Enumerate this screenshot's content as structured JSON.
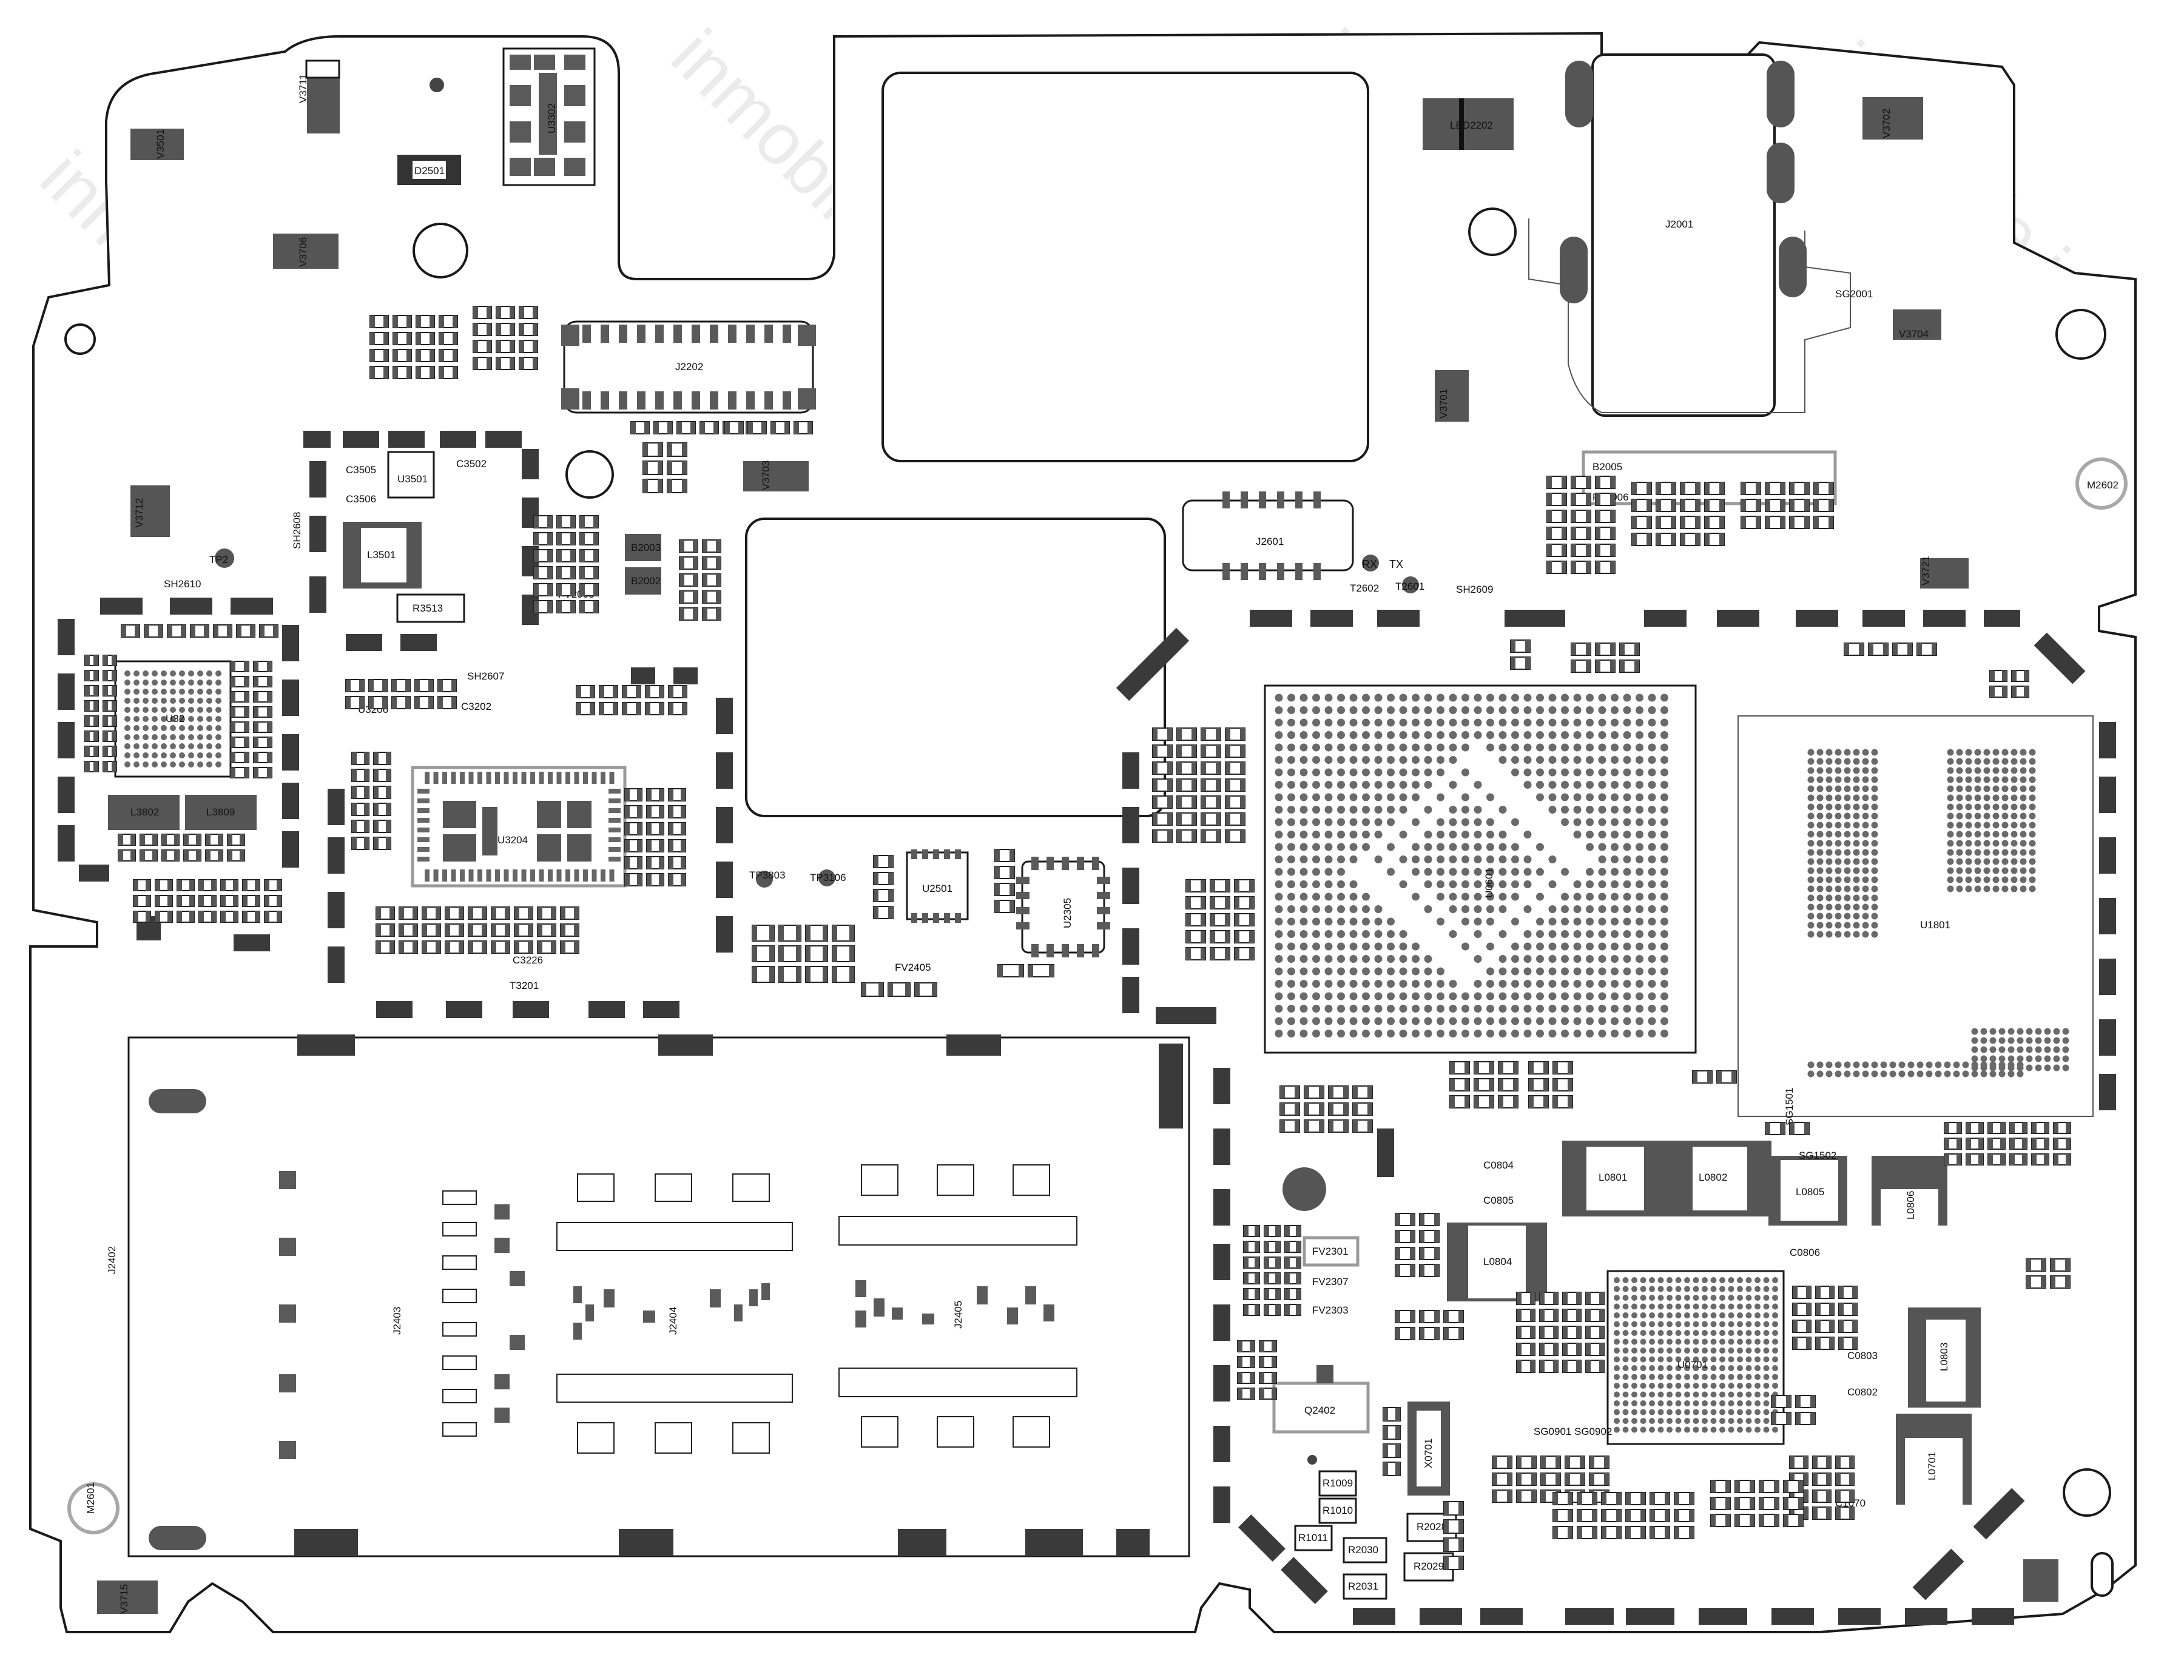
{
  "watermark": "inmobile.ir",
  "labels": {
    "sh2610": "SH2610",
    "sh2608": "SH2608",
    "sh2607": "SH2607",
    "sh2609": "SH2609",
    "j2202": "J2202",
    "j2001": "J2001",
    "j2601": "J2601",
    "j2402": "J2402",
    "j2403": "J2403",
    "j2404": "J2404",
    "j2405": "J2405",
    "u3204": "U3204",
    "u2501": "U2501",
    "u2305": "U2305",
    "u0601": "U0601",
    "u1801": "U1801",
    "u0701": "U0701",
    "u3302": "U3302",
    "u3501": "U3501",
    "l3501": "L3501",
    "l3802": "L3802",
    "l3809": "L3809",
    "l0801": "L0801",
    "l0802": "L0802",
    "l0805": "L0805",
    "l0806": "L0806",
    "l0804": "L0804",
    "l0803": "L0803",
    "l0701": "L0701",
    "q2402": "Q2402",
    "x0701": "X0701",
    "led2202": "LED2202",
    "sg2001": "SG2001",
    "sg1501": "SG1501",
    "sg1502": "SG1502",
    "sg0901": "SG0901",
    "sg0902": "SG0902",
    "tp3803": "TP3803",
    "tp3106": "TP3106",
    "tp2": "TP2",
    "t2602": "T2602",
    "t2601": "T2601",
    "rx": "RX",
    "tx": "TX",
    "m2602": "M2602",
    "m2601": "M2601",
    "r3513": "R3513",
    "r2031": "R2031",
    "r2030": "R2030",
    "r2029": "R2029",
    "r2028": "R2028",
    "r1009": "R1009",
    "r1010": "R1010",
    "r1011": "R1011",
    "c0804": "C0804",
    "c0805": "C0805",
    "c0803": "C0803",
    "c0802": "C0802",
    "c1070": "C1070",
    "c0806": "C0806",
    "fv2405": "FV2405",
    "fv2301": "FV2301",
    "fv2307": "FV2307",
    "fv2303": "FV2303",
    "b2003": "B2003",
    "b2002": "B2002",
    "b2005": "B2005",
    "fv2003": "FV2003",
    "fv2006": "FV2006",
    "c3505": "C3505",
    "c3506": "C3506",
    "c3502": "C3502",
    "d2501": "D2501",
    "v3501": "V3501",
    "v3711": "V3711",
    "v3706": "V3706",
    "v3701": "V3701",
    "v3702": "V3702",
    "v3704": "V3704",
    "v3703": "V3703",
    "v3721": "V3721",
    "v3712": "V3712",
    "v3715": "V3715",
    "u32": "U32",
    "c3202": "C3202",
    "c3226": "C3226",
    "t3201": "T3201",
    "u3206": "U3206"
  }
}
